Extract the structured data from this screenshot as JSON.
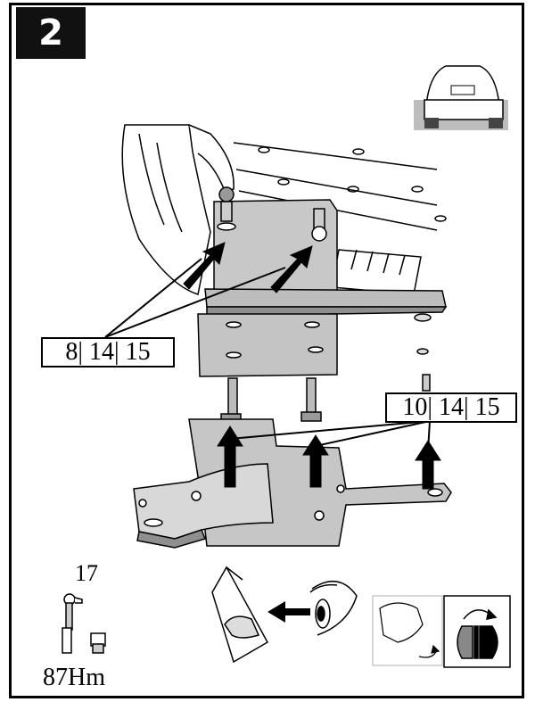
{
  "step": {
    "number": "2"
  },
  "callouts": {
    "upper_bolts": "8| 14| 15",
    "lower_bolts": "10| 14| 15"
  },
  "tool": {
    "wrench_size": "17",
    "torque": "87Hm"
  },
  "icons": [
    "car-rear-icon",
    "wrench-socket-icon",
    "manual-check-icon",
    "eye-icon",
    "hand-tighten-icon",
    "rotate-direction-icon"
  ],
  "colors": {
    "part_fill": "#d0d0d0",
    "part_dark": "#9a9a9a",
    "line": "#000000"
  }
}
